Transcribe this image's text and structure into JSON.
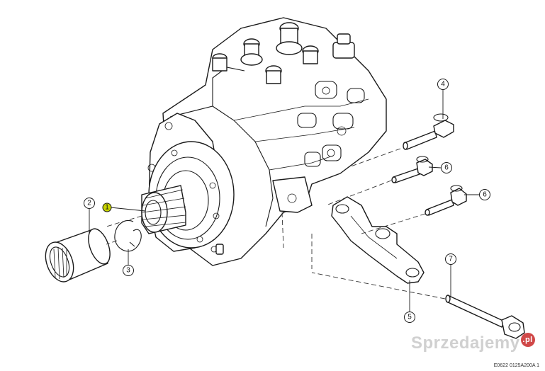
{
  "figure": {
    "reference_code": "E0622 0125A200A 1",
    "watermark": {
      "text": "Sprzedajemy",
      "badge": ".pl"
    }
  },
  "callouts": [
    {
      "id": "1",
      "label": "1",
      "highlight": true
    },
    {
      "id": "2",
      "label": "2",
      "highlight": false
    },
    {
      "id": "3",
      "label": "3",
      "highlight": false
    },
    {
      "id": "4",
      "label": "4",
      "highlight": false
    },
    {
      "id": "5",
      "label": "5",
      "highlight": false
    },
    {
      "id": "6a",
      "label": "6",
      "highlight": false
    },
    {
      "id": "6b",
      "label": "6",
      "highlight": false
    },
    {
      "id": "7",
      "label": "7",
      "highlight": false
    }
  ],
  "colors": {
    "line": "#1a1a1a",
    "highlight": "#c8d400",
    "background": "#ffffff"
  }
}
